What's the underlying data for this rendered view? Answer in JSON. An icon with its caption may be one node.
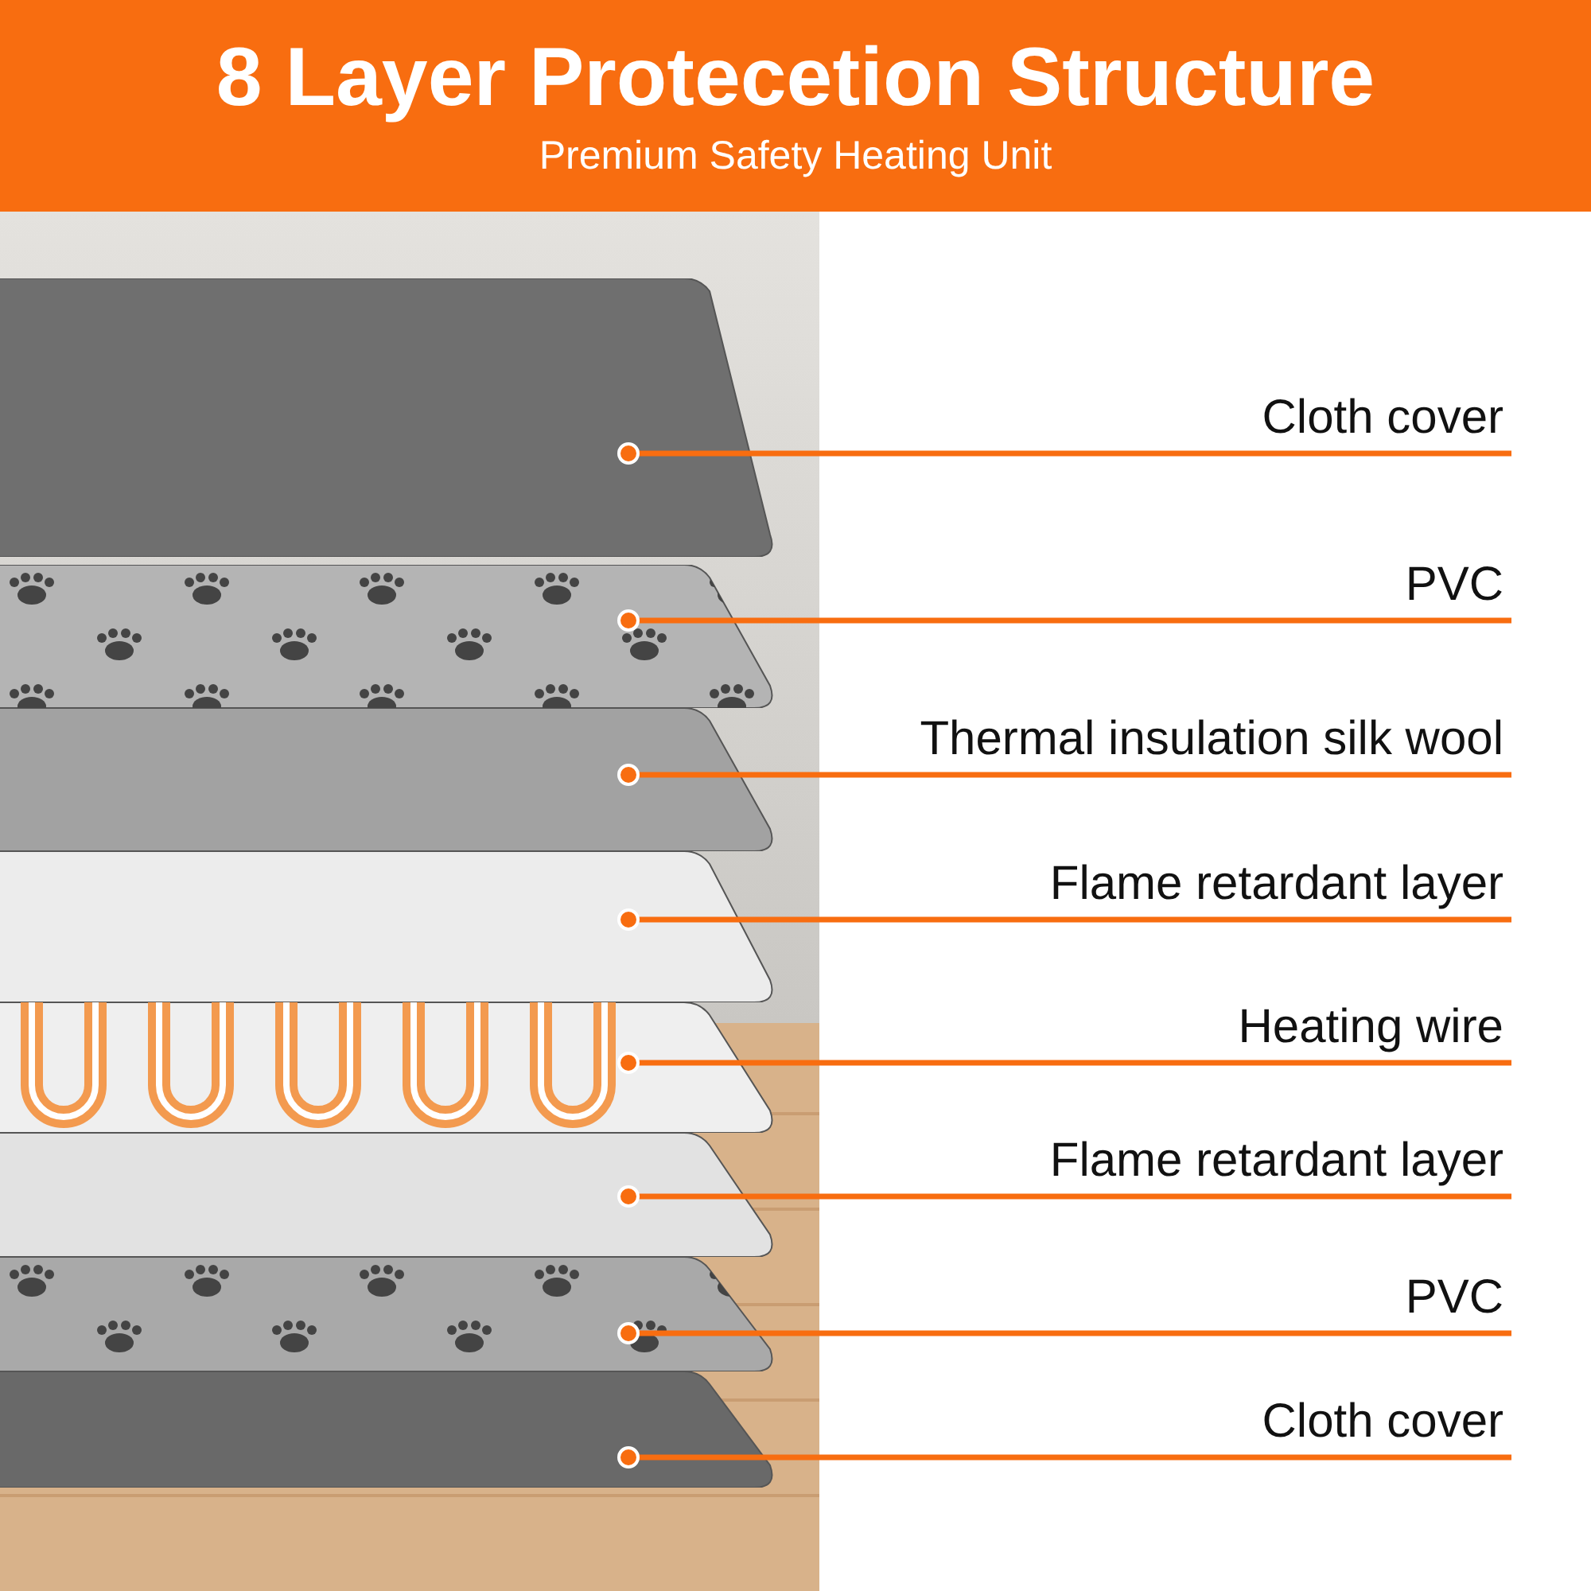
{
  "diagram": {
    "title": "8 Layer Protecetion Structure",
    "nodes": [
      {
        "text": [
          "Cloth cover"
        ]
      },
      {
        "text": [
          "PVC"
        ]
      },
      {
        "text": [
          "Thermal insulation silk wool"
        ]
      },
      {
        "text": [
          "Flame retardant layer"
        ]
      },
      {
        "text": [
          "Heating wire"
        ]
      },
      {
        "text": [
          "Flame retardant layer"
        ]
      },
      {
        "text": [
          "PVC"
        ]
      },
      {
        "text": [
          "Cloth cover"
        ]
      },
      {
        "text": [],
        "shape": "picture"
      },
      {
        "text": [],
        "shape": "picture"
      },
      {
        "text": [],
        "shape": "picture"
      },
      {
        "text": [],
        "shape": "picture"
      },
      {
        "text": [],
        "shape": "picture"
      },
      {
        "text": [],
        "shape": "picture"
      },
      {
        "text": [],
        "shape": "picture"
      },
      {
        "text": [],
        "shape": "picture"
      }
    ],
    "edges": [
      {
        "from": 0,
        "to": 8,
        "arrow": "other"
      },
      {
        "from": 1,
        "to": 9,
        "arrow": "other"
      },
      {
        "from": 2,
        "to": 10,
        "arrow": "other"
      },
      {
        "from": 3,
        "to": 11,
        "arrow": "other"
      },
      {
        "from": 4,
        "to": 12,
        "arrow": "other"
      },
      {
        "from": 5,
        "to": 13,
        "arrow": "other"
      },
      {
        "from": 6,
        "to": 14,
        "arrow": "other"
      },
      {
        "from": 7,
        "to": 15,
        "arrow": "other"
      }
    ],
    "labels": [
      "Premium Safety Heating Unit"
    ]
  }
}
